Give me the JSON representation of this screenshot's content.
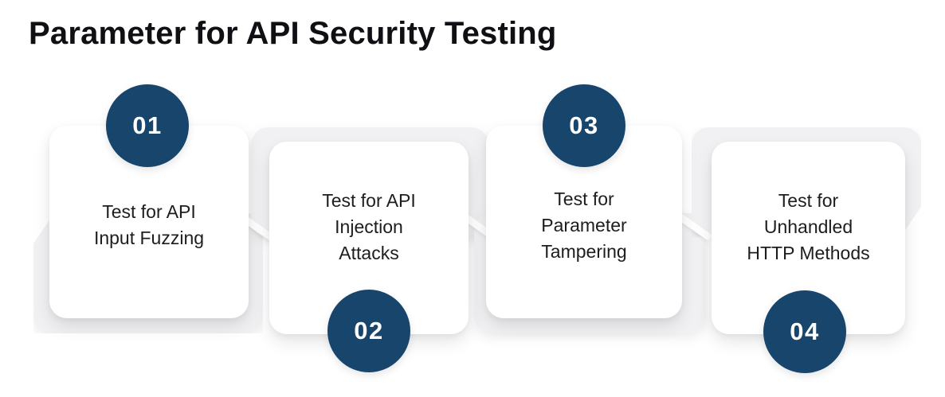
{
  "title": "Parameter for API Security Testing",
  "colors": {
    "background": "#ffffff",
    "circle_navy": "#17456B",
    "ribbon_gray": "#f1f1f3",
    "card_white": "#ffffff",
    "title_text": "#101014",
    "card_text": "#1d1d1d",
    "number_text": "#ffffff"
  },
  "steps": [
    {
      "number": "01",
      "label": [
        "Test for API",
        "Input Fuzzing"
      ],
      "circle_position": "top"
    },
    {
      "number": "02",
      "label": [
        "Test for API",
        "Injection",
        "Attacks"
      ],
      "circle_position": "bottom"
    },
    {
      "number": "03",
      "label": [
        "Test for",
        "Parameter",
        "Tampering"
      ],
      "circle_position": "top"
    },
    {
      "number": "04",
      "label": [
        "Test for",
        "Unhandled",
        "HTTP Methods"
      ],
      "circle_position": "bottom"
    }
  ]
}
